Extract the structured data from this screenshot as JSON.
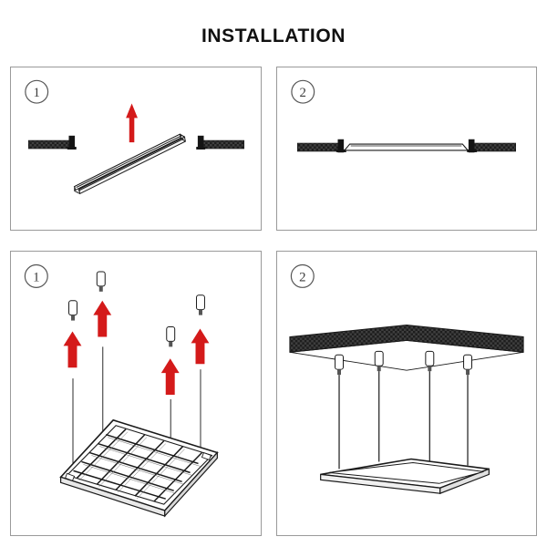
{
  "document": {
    "title": "INSTALLATION",
    "type": "installation-instruction-diagram",
    "panel_count": 4,
    "background_color": "#ffffff",
    "border_color": "#9a9a9a"
  },
  "colors": {
    "line": "#1a1a1a",
    "arrow_red": "#d41a1a",
    "arrow_red_dark": "#b01414",
    "ceiling_fill": "#1d1d1d",
    "step_circle": "#555555",
    "title_text": "#111111"
  },
  "panels": [
    {
      "id": "panel-1",
      "step_label": "1",
      "row": "top",
      "column": "left",
      "scene": "recessed-linear-fixture-insertion",
      "description": "Linear light fixture lifted up into ceiling channel between two rails",
      "elements": {
        "left_rail": "ceiling-rail-left",
        "right_rail": "ceiling-rail-right",
        "fixture": "linear-light-bar",
        "arrow": "up-arrow-thin",
        "arrow_direction": "up"
      }
    },
    {
      "id": "panel-2",
      "step_label": "2",
      "row": "top",
      "column": "right",
      "scene": "recessed-linear-fixture-installed",
      "description": "Linear fixture seated flush between the ceiling rails",
      "elements": {
        "left_rail": "ceiling-rail-left",
        "right_rail": "ceiling-rail-right",
        "fixture": "linear-light-bar-installed"
      }
    },
    {
      "id": "panel-3",
      "step_label": "1",
      "row": "bottom",
      "column": "left",
      "scene": "suspended-grille-panel-cables",
      "description": "Square grille panel light raised by four suspension cables with ceiling anchors",
      "elements": {
        "fixture": "square-grille-panel",
        "anchor_count": 4,
        "cable_count": 4,
        "arrow_count": 4,
        "arrow_direction": "up",
        "anchor": "cable-anchor-fixing"
      }
    },
    {
      "id": "panel-4",
      "step_label": "2",
      "row": "bottom",
      "column": "right",
      "scene": "suspended-panel-installed",
      "description": "Square panel suspended below ceiling slab by four cables",
      "elements": {
        "ceiling": "ceiling-slab",
        "fixture": "square-flat-panel",
        "anchor_count": 4,
        "cable_count": 4,
        "anchor": "cable-anchor-fixing"
      }
    }
  ]
}
